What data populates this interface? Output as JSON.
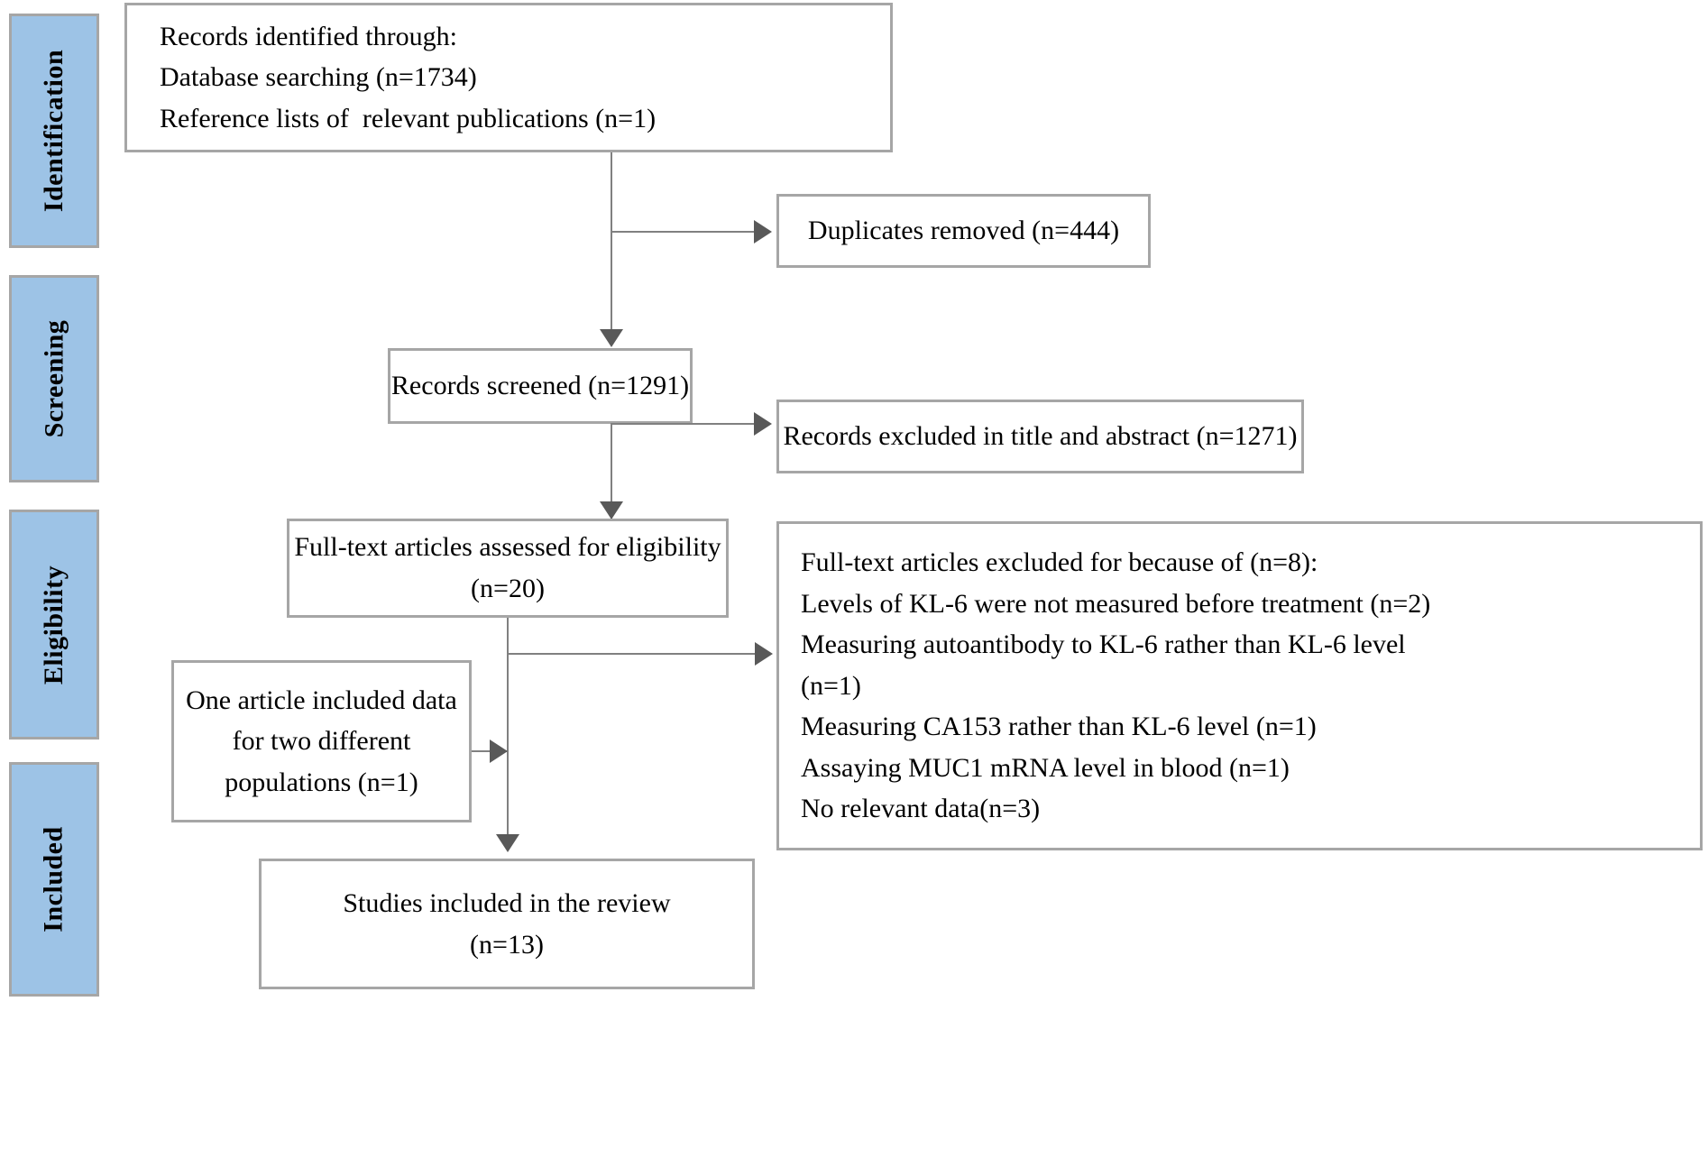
{
  "diagram": {
    "title": "PRISMA study selection flow diagram",
    "colors": {
      "stage_fill": "#9DC3E6",
      "box_border": "#A6A6A6",
      "connector": "#808080",
      "arrowhead": "#595959",
      "text": "#000000",
      "background": "#FFFFFF"
    },
    "stages": [
      {
        "id": "identification",
        "label": "Identification"
      },
      {
        "id": "screening",
        "label": "Screening"
      },
      {
        "id": "eligibility",
        "label": "Eligibility"
      },
      {
        "id": "included",
        "label": "Included"
      }
    ],
    "boxes": {
      "records_identified": {
        "line1": "Records identified through:",
        "line2": "Database searching (n=1734)",
        "line3": "Reference lists of  relevant publications (n=1)"
      },
      "duplicates_removed": {
        "line1": "Duplicates removed (n=444)"
      },
      "records_screened": {
        "line1": "Records screened (n=1291)"
      },
      "records_excluded": {
        "line1": "Records excluded in title and abstract (n=1271)"
      },
      "fulltext_assessed": {
        "line1": "Full-text articles assessed for eligibility",
        "line2": "(n=20)"
      },
      "fulltext_excluded": {
        "line1": "Full-text articles excluded for because of (n=8):",
        "line2": "Levels of KL-6 were not measured before treatment (n=2)",
        "line3": "Measuring autoantibody to KL-6 rather than KL-6 level",
        "line4": "(n=1)",
        "line5": "Measuring CA153 rather than KL-6 level (n=1)",
        "line6": "Assaying MUC1 mRNA level in blood (n=1)",
        "line7": "No relevant data(n=3)"
      },
      "one_article": {
        "line1": "One article included data",
        "line2": "for two different",
        "line3": "populations (n=1)"
      },
      "studies_included": {
        "line1": "Studies included in the review",
        "line2": "(n=13)"
      }
    }
  }
}
